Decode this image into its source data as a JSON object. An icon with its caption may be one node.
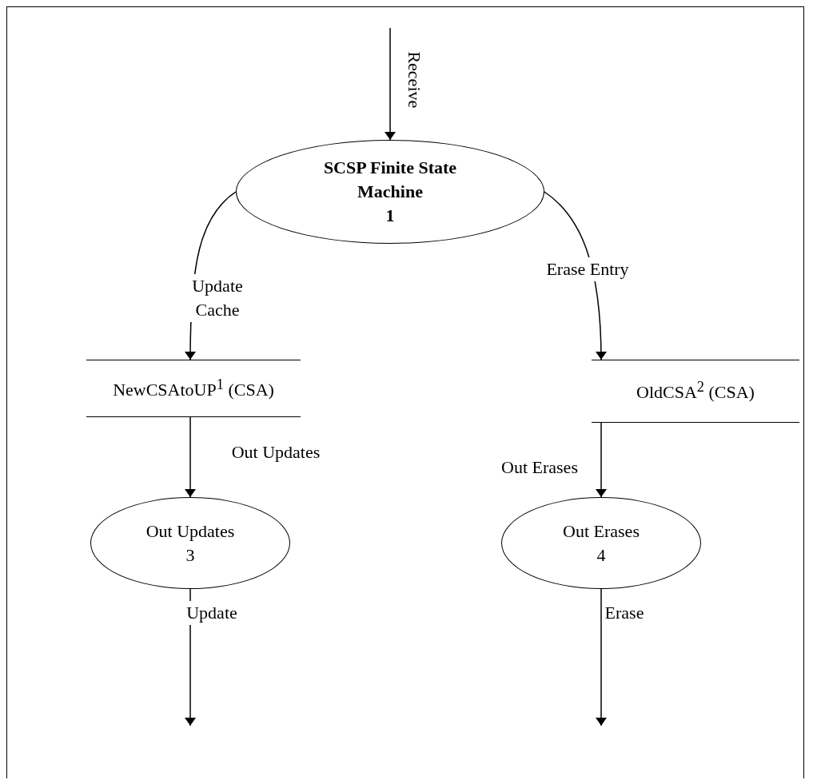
{
  "diagram": {
    "nodes": [
      {
        "text": [
          "SCSP Finite State Machine",
          "1"
        ]
      },
      {
        "text": [
          "NewCSAtoUP$^{1}$ (CSA)"
        ]
      },
      {
        "text": [
          "OldCSA$^{2}$ (CSA)"
        ]
      },
      {
        "text": [
          "Out Updates",
          "3"
        ]
      },
      {
        "text": [
          "Out Erases",
          "4"
        ]
      }
    ],
    "edges": [
      {
        "from": null,
        "to": 0,
        "label": "Receive",
        "arrow": "to"
      },
      {
        "from": 0,
        "to": 1,
        "label": "Update Cache",
        "arrow": "to"
      },
      {
        "from": 0,
        "to": 2,
        "label": "Erase Entry",
        "arrow": "to"
      },
      {
        "from": 1,
        "to": 3,
        "label": "Out Updates",
        "arrow": "to"
      },
      {
        "from": 2,
        "to": 4,
        "label": "Out Erases",
        "arrow": "to"
      },
      {
        "from": 3,
        "to": null,
        "label": "Update",
        "arrow": "to"
      },
      {
        "from": 4,
        "to": null,
        "label": "Erase",
        "arrow": "to"
      }
    ]
  }
}
